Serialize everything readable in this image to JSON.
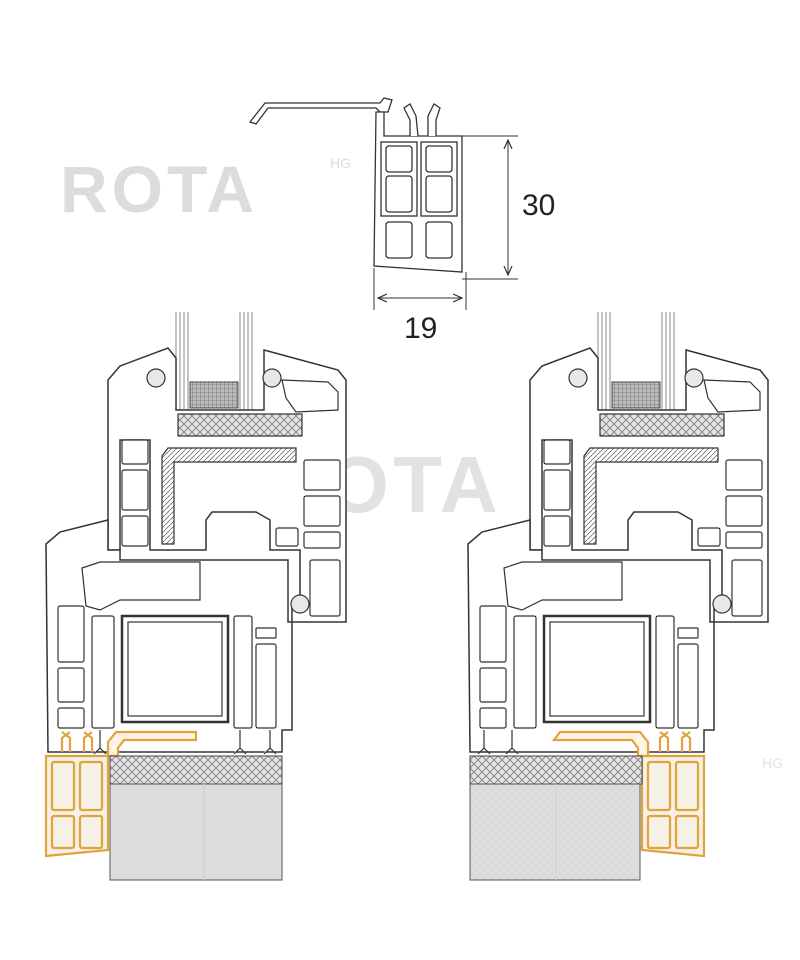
{
  "watermark": {
    "text": "ROTA",
    "superscript": "HG",
    "color": "#d9d9d9"
  },
  "dimensions": {
    "height_label": "30",
    "width_label": "19"
  },
  "colors": {
    "profile_stroke": "#333333",
    "profile_fill": "#ffffff",
    "adapter_fill": "#f6f1e6",
    "adapter_stroke": "#e3a33c",
    "wall_fill": "#dcdcdc",
    "insulation_fill": "#c9c9c9",
    "glass_line": "#8a8a8a"
  }
}
